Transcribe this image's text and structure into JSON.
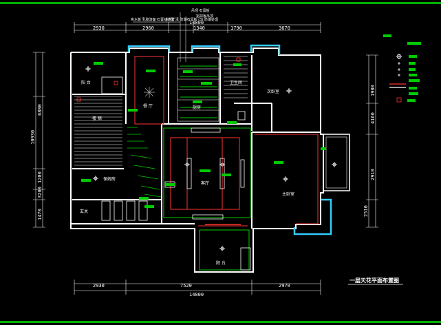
{
  "colors": {
    "bg": "#000000",
    "wall": "#ffffff",
    "accent": "#00cc00",
    "dimension": "#ffffff",
    "window": "#33ccff",
    "ceiling": "#ff3333",
    "title": "#ffffff"
  },
  "dimensions": {
    "top": [
      "2930",
      "2960",
      "1340",
      "1790",
      "3670"
    ],
    "top_overall": "14800",
    "bottom": [
      "2930",
      "7520",
      "2970"
    ],
    "bottom_overall": "14800",
    "left": [
      "6800",
      "10930",
      "1200",
      "3200",
      "1470"
    ],
    "right": [
      "1900",
      "4160",
      "2910",
      "2510"
    ]
  },
  "callouts": [
    "吊顶 石膏板",
    "铝扣板吊顶",
    "实木板 乳胶漆面 石膏线造型",
    "水性矿泽 防潮石膏板 (3) 防潮处理"
  ],
  "rooms": [
    {
      "label": "阳 台"
    },
    {
      "label": "餐 厅"
    },
    {
      "label": "厨房"
    },
    {
      "label": "楼 梯"
    },
    {
      "label": "卫生间"
    },
    {
      "label": "次卧室"
    },
    {
      "label": "保姆房"
    },
    {
      "label": "客厅"
    },
    {
      "label": "主卧室"
    },
    {
      "label": "玄关"
    },
    {
      "label": "阳 台"
    }
  ],
  "title": "一层天花平面布置图"
}
